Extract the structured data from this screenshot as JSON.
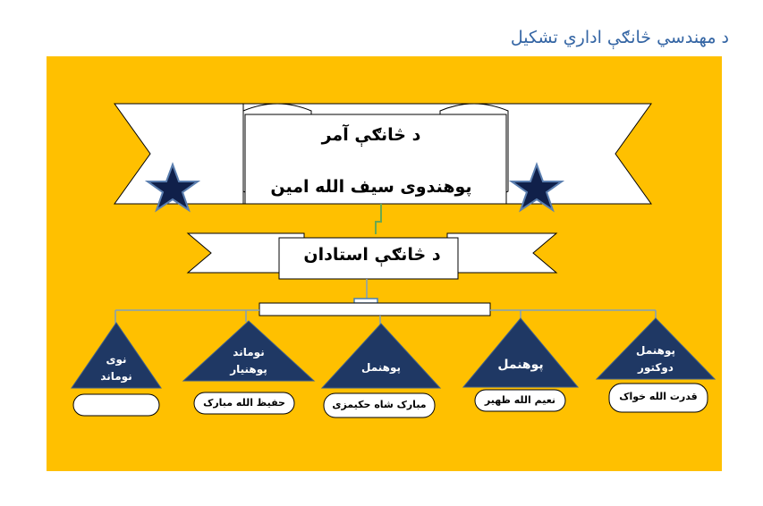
{
  "page_title": "د مهندسي څانګې اداري تشکيل",
  "colors": {
    "panel": "#FFC000",
    "triangle": "#1F3864",
    "star": "#10204a",
    "connector": "#7f9fbf",
    "title": "#3465a4"
  },
  "head": {
    "title": "د څانګې آمر",
    "name": "پوهندوی سیف الله امین"
  },
  "teachers_banner": "د څانګې استادان",
  "members": [
    {
      "rank_lines": [
        "پوهنمل",
        "دوکتور"
      ],
      "name": "قدرت الله خواک"
    },
    {
      "rank_lines": [
        "پوهنمل"
      ],
      "name": "نعیم الله ظهیر"
    },
    {
      "rank_lines": [
        "پوهنمل"
      ],
      "name": "مبارک شاه حکیمزی"
    },
    {
      "rank_lines": [
        "نوماند",
        "پوهنیار"
      ],
      "name": "حفیظ الله مبارک"
    },
    {
      "rank_lines": [
        "نوی",
        "نوماند"
      ],
      "name": ""
    }
  ]
}
